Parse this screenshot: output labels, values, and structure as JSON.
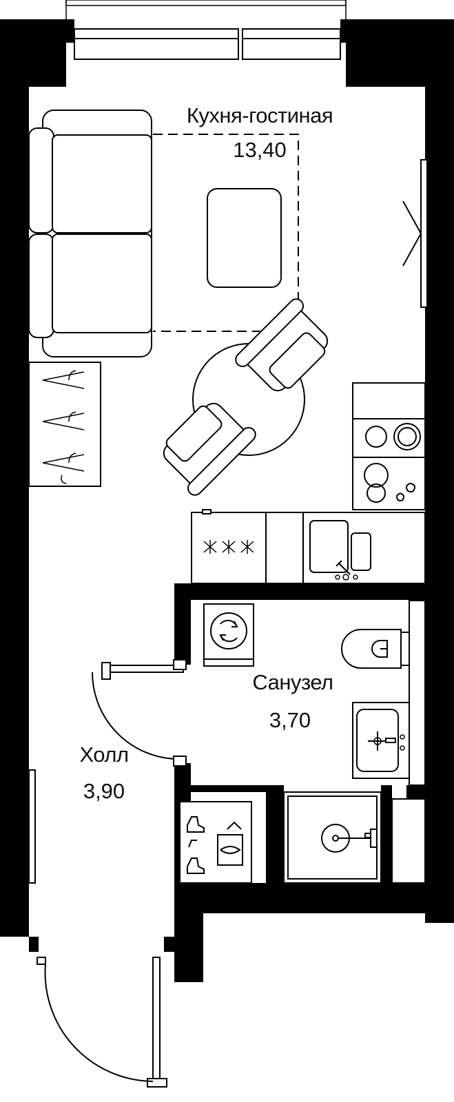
{
  "rooms": [
    {
      "id": "kitchen-living",
      "name": "Кухня-гостиная",
      "area": "13,40"
    },
    {
      "id": "bathroom",
      "name": "Санузел",
      "area": "3,70"
    },
    {
      "id": "hall",
      "name": "Холл",
      "area": "3,90"
    }
  ],
  "colors": {
    "walls": "#000000",
    "lines": "#000000",
    "background": "#ffffff"
  },
  "icons": [
    "sofa-icon",
    "coffee-table-icon",
    "dining-table-icon",
    "chair-icon",
    "wardrobe-hangers-icon",
    "cooktop-icon",
    "oven-icon",
    "kitchen-sink-icon",
    "fridge-icon",
    "washing-machine-icon",
    "toilet-icon",
    "washbasin-icon",
    "shower-tray-icon",
    "shoe-cabinet-icon",
    "window-icon",
    "door-swing-icon"
  ]
}
